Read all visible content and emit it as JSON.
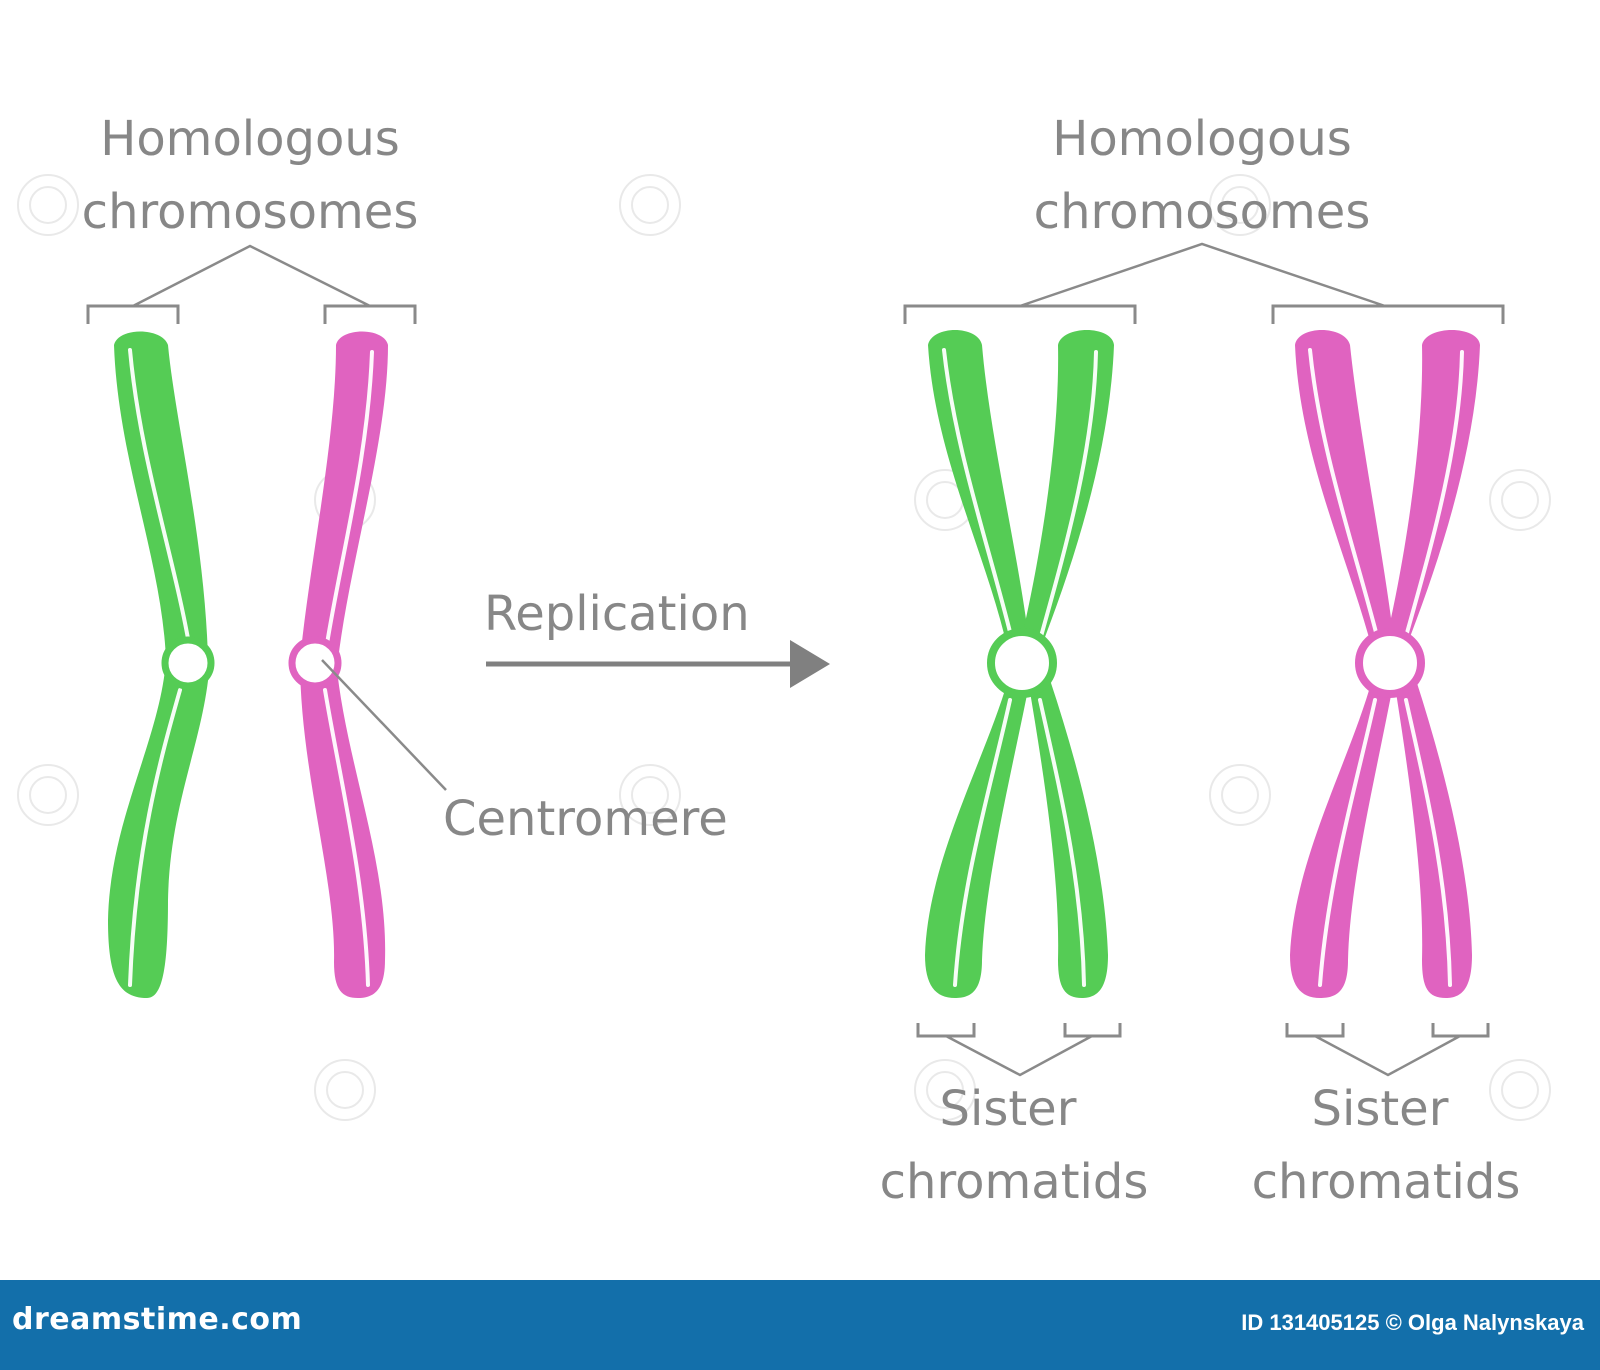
{
  "labels": {
    "homologous_left_line1": "Homologous",
    "homologous_left_line2": "chromosomes",
    "homologous_right_line1": "Homologous",
    "homologous_right_line2": "chromosomes",
    "replication": "Replication",
    "centromere": "Centromere",
    "sister_left_line1": "Sister",
    "sister_left_line2": "chromatids",
    "sister_right_line1": "Sister",
    "sister_right_line2": "chromatids"
  },
  "colors": {
    "green": "#55cc55",
    "magenta": "#e063c0",
    "label_gray": "#878787",
    "footer_blue": "#136faa"
  },
  "footer": {
    "site": "dreamstime.com",
    "credit": "ID 131405125 © Olga Nalynskaya"
  }
}
